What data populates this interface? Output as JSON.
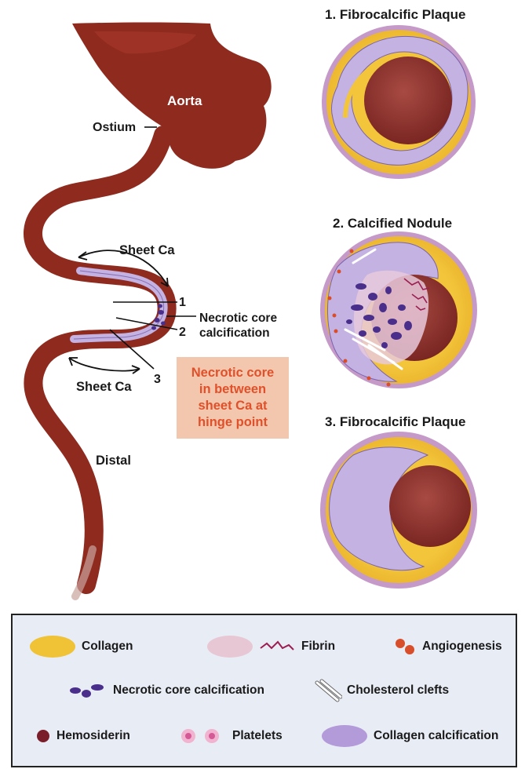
{
  "anatomy": {
    "aorta": "Aorta",
    "ostium": "Ostium",
    "sheet_ca_top": "Sheet Ca",
    "sheet_ca_bottom": "Sheet Ca",
    "distal": "Distal",
    "marker_1": "1",
    "marker_2": "2",
    "marker_3": "3",
    "necrotic_label_line1": "Necrotic core",
    "necrotic_label_line2": "calcification"
  },
  "note": {
    "lines": [
      "Necrotic core",
      "in between",
      "sheet Ca at",
      "hinge point"
    ]
  },
  "panels": [
    {
      "title": "1. Fibrocalcific Plaque"
    },
    {
      "title": "2. Calcified Nodule"
    },
    {
      "title": "3. Fibrocalcific Plaque"
    }
  ],
  "legend": {
    "collagen": "Collagen",
    "fibrin": "Fibrin",
    "angiogenesis": "Angiogenesis",
    "necrotic": "Necrotic core calcification",
    "cholesterol": "Cholesterol clefts",
    "hemosiderin": "Hemosiderin",
    "platelets": "Platelets",
    "collagen_calc": "Collagen calcification"
  },
  "colors": {
    "vessel": "#8e2a1e",
    "vessel_light": "#b4473a",
    "collagen": "#f0c235",
    "adventitia": "#c59ac9",
    "lumen": "#8e2f2a",
    "calcification": "#c4b2e2",
    "necrotic": "#4a2e8c",
    "note_bg": "#f3c7ad",
    "note_text": "#e0502a",
    "legend_bg": "#e8ecf5"
  }
}
